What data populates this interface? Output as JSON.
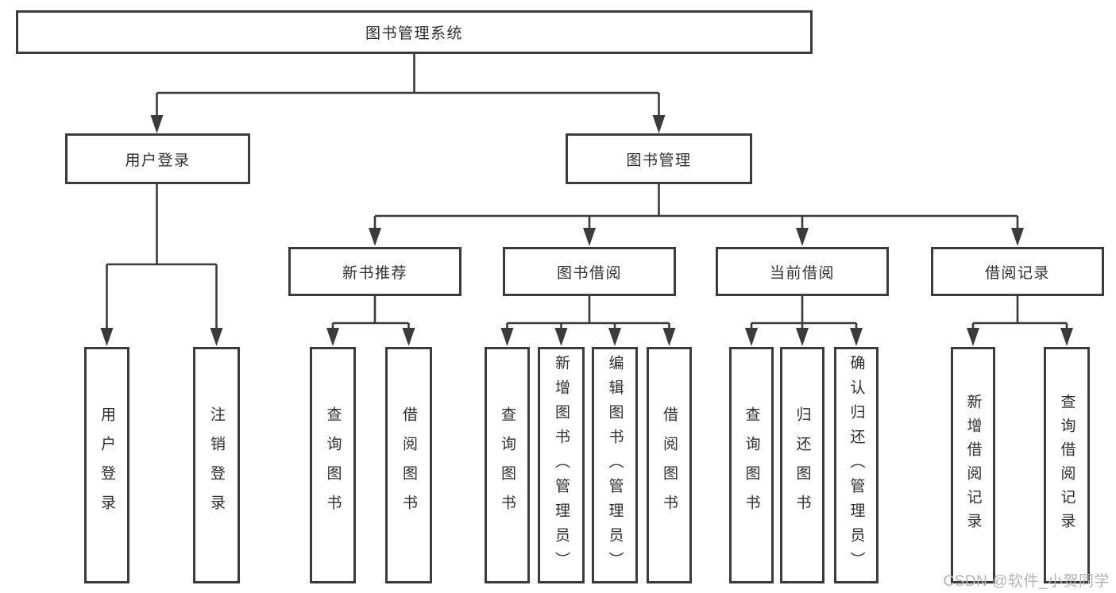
{
  "colors": {
    "line": "#3b3b3b",
    "text": "#2f2f2f",
    "box-fill": "#ffffff",
    "watermark": "#b5b5b5"
  },
  "watermark": {
    "text": "CSDN @软件_小贺同学"
  },
  "tree": {
    "label": "图书管理系统",
    "children": [
      {
        "label": "用户登录",
        "children": [
          {
            "label": "用户登录"
          },
          {
            "label": "注销登录"
          }
        ]
      },
      {
        "label": "图书管理",
        "children": [
          {
            "label": "新书推荐",
            "children": [
              {
                "label": "查询图书"
              },
              {
                "label": "借阅图书"
              }
            ]
          },
          {
            "label": "图书借阅",
            "children": [
              {
                "label": "查询图书"
              },
              {
                "label": "新增图书（管理员）"
              },
              {
                "label": "编辑图书（管理员）"
              },
              {
                "label": "借阅图书"
              }
            ]
          },
          {
            "label": "当前借阅",
            "children": [
              {
                "label": "查询图书"
              },
              {
                "label": "归还图书"
              },
              {
                "label": "确认归还（管理员）"
              }
            ]
          },
          {
            "label": "借阅记录",
            "children": [
              {
                "label": "新增借阅记录"
              },
              {
                "label": "查询借阅记录"
              }
            ]
          }
        ]
      }
    ]
  }
}
